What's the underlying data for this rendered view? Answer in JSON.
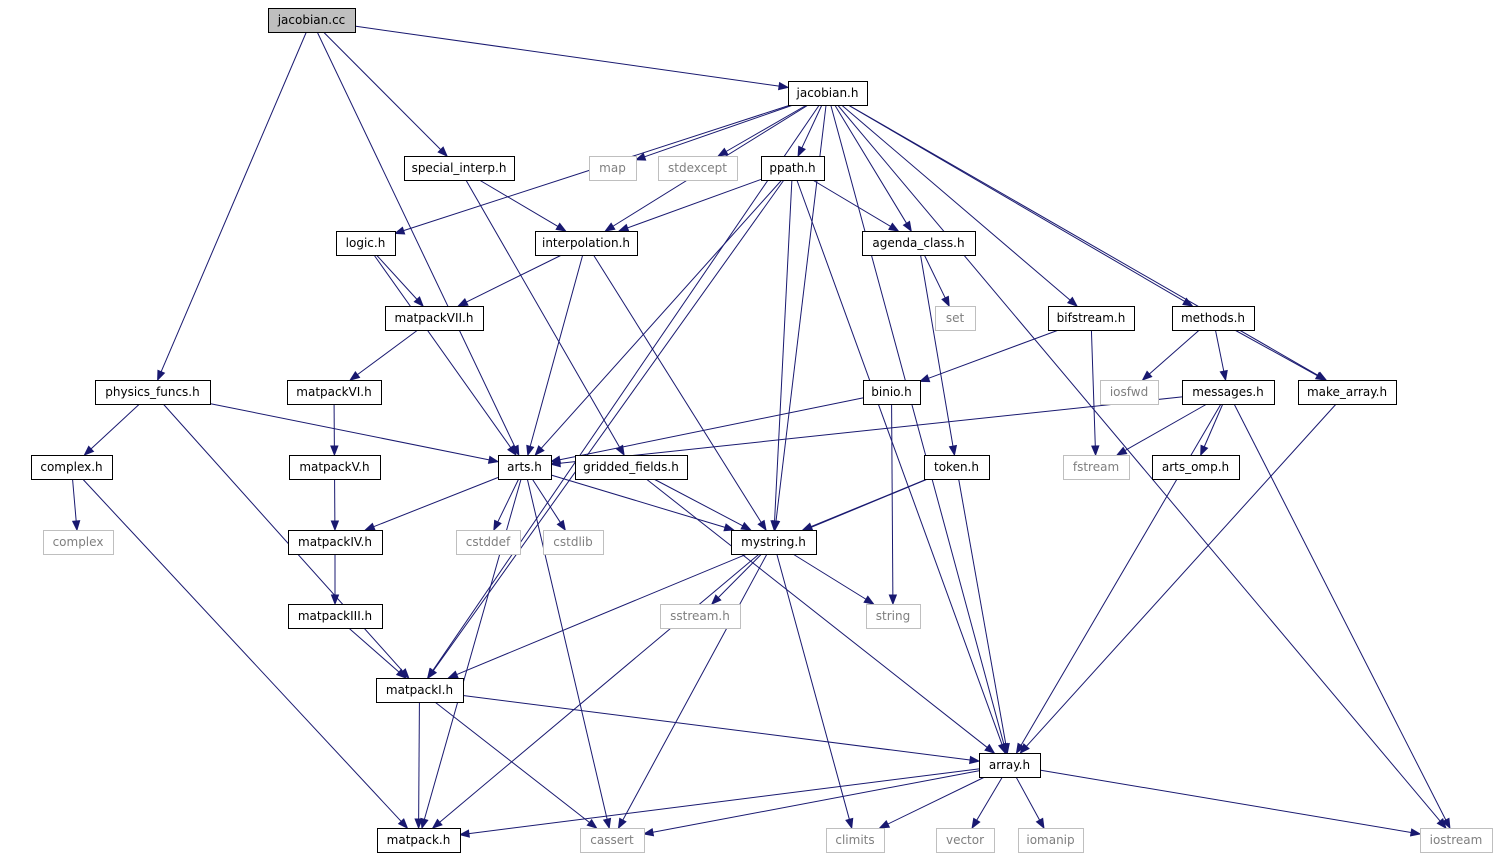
{
  "graph": {
    "nodes": [
      {
        "id": "jacobian_cc",
        "label": "jacobian.cc",
        "kind": "root"
      },
      {
        "id": "jacobian_h",
        "label": "jacobian.h",
        "kind": "file"
      },
      {
        "id": "special_interp_h",
        "label": "special_interp.h",
        "kind": "file"
      },
      {
        "id": "map",
        "label": "map",
        "kind": "external"
      },
      {
        "id": "stdexcept",
        "label": "stdexcept",
        "kind": "external"
      },
      {
        "id": "ppath_h",
        "label": "ppath.h",
        "kind": "file"
      },
      {
        "id": "logic_h",
        "label": "logic.h",
        "kind": "file"
      },
      {
        "id": "interpolation_h",
        "label": "interpolation.h",
        "kind": "file"
      },
      {
        "id": "agenda_class_h",
        "label": "agenda_class.h",
        "kind": "file"
      },
      {
        "id": "matpackVII_h",
        "label": "matpackVII.h",
        "kind": "file"
      },
      {
        "id": "set",
        "label": "set",
        "kind": "external"
      },
      {
        "id": "bifstream_h",
        "label": "bifstream.h",
        "kind": "file"
      },
      {
        "id": "methods_h",
        "label": "methods.h",
        "kind": "file"
      },
      {
        "id": "physics_funcs_h",
        "label": "physics_funcs.h",
        "kind": "file"
      },
      {
        "id": "matpackVI_h",
        "label": "matpackVI.h",
        "kind": "file"
      },
      {
        "id": "binio_h",
        "label": "binio.h",
        "kind": "file"
      },
      {
        "id": "iosfwd",
        "label": "iosfwd",
        "kind": "external"
      },
      {
        "id": "messages_h",
        "label": "messages.h",
        "kind": "file"
      },
      {
        "id": "make_array_h",
        "label": "make_array.h",
        "kind": "file"
      },
      {
        "id": "complex_h",
        "label": "complex.h",
        "kind": "file"
      },
      {
        "id": "arts_h",
        "label": "arts.h",
        "kind": "file"
      },
      {
        "id": "gridded_fields_h",
        "label": "gridded_fields.h",
        "kind": "file"
      },
      {
        "id": "matpackV_h",
        "label": "matpackV.h",
        "kind": "file"
      },
      {
        "id": "token_h",
        "label": "token.h",
        "kind": "file"
      },
      {
        "id": "fstream",
        "label": "fstream",
        "kind": "external"
      },
      {
        "id": "arts_omp_h",
        "label": "arts_omp.h",
        "kind": "file"
      },
      {
        "id": "complex",
        "label": "complex",
        "kind": "external"
      },
      {
        "id": "matpackIV_h",
        "label": "matpackIV.h",
        "kind": "file"
      },
      {
        "id": "cstddef",
        "label": "cstddef",
        "kind": "external"
      },
      {
        "id": "cstdlib",
        "label": "cstdlib",
        "kind": "external"
      },
      {
        "id": "mystring_h",
        "label": "mystring.h",
        "kind": "file"
      },
      {
        "id": "matpackIII_h",
        "label": "matpackIII.h",
        "kind": "file"
      },
      {
        "id": "sstream_h",
        "label": "sstream.h",
        "kind": "external"
      },
      {
        "id": "string",
        "label": "string",
        "kind": "external"
      },
      {
        "id": "matpackI_h",
        "label": "matpackI.h",
        "kind": "file"
      },
      {
        "id": "array_h",
        "label": "array.h",
        "kind": "file"
      },
      {
        "id": "matpack_h",
        "label": "matpack.h",
        "kind": "file"
      },
      {
        "id": "cassert",
        "label": "cassert",
        "kind": "external"
      },
      {
        "id": "climits",
        "label": "climits",
        "kind": "external"
      },
      {
        "id": "vector",
        "label": "vector",
        "kind": "external"
      },
      {
        "id": "iomanip",
        "label": "iomanip",
        "kind": "external"
      },
      {
        "id": "iostream",
        "label": "iostream",
        "kind": "external"
      }
    ],
    "edges": [
      [
        "jacobian_cc",
        "jacobian_h"
      ],
      [
        "jacobian_cc",
        "special_interp_h"
      ],
      [
        "jacobian_cc",
        "arts_h"
      ],
      [
        "jacobian_cc",
        "physics_funcs_h"
      ],
      [
        "jacobian_h",
        "logic_h"
      ],
      [
        "jacobian_h",
        "matpackI_h"
      ],
      [
        "jacobian_h",
        "interpolation_h"
      ],
      [
        "jacobian_h",
        "map"
      ],
      [
        "jacobian_h",
        "stdexcept"
      ],
      [
        "jacobian_h",
        "ppath_h"
      ],
      [
        "jacobian_h",
        "mystring_h"
      ],
      [
        "jacobian_h",
        "agenda_class_h"
      ],
      [
        "jacobian_h",
        "bifstream_h"
      ],
      [
        "jacobian_h",
        "methods_h"
      ],
      [
        "jacobian_h",
        "make_array_h"
      ],
      [
        "jacobian_h",
        "array_h"
      ],
      [
        "jacobian_h",
        "iostream"
      ],
      [
        "special_interp_h",
        "interpolation_h"
      ],
      [
        "special_interp_h",
        "gridded_fields_h"
      ],
      [
        "ppath_h",
        "interpolation_h"
      ],
      [
        "ppath_h",
        "agenda_class_h"
      ],
      [
        "ppath_h",
        "arts_h"
      ],
      [
        "ppath_h",
        "matpackI_h"
      ],
      [
        "ppath_h",
        "mystring_h"
      ],
      [
        "ppath_h",
        "array_h"
      ],
      [
        "logic_h",
        "matpackVII_h"
      ],
      [
        "logic_h",
        "arts_h"
      ],
      [
        "interpolation_h",
        "matpackVII_h"
      ],
      [
        "interpolation_h",
        "arts_h"
      ],
      [
        "interpolation_h",
        "mystring_h"
      ],
      [
        "agenda_class_h",
        "set"
      ],
      [
        "agenda_class_h",
        "token_h"
      ],
      [
        "matpackVII_h",
        "matpackVI_h"
      ],
      [
        "bifstream_h",
        "binio_h"
      ],
      [
        "bifstream_h",
        "fstream"
      ],
      [
        "methods_h",
        "iosfwd"
      ],
      [
        "methods_h",
        "messages_h"
      ],
      [
        "methods_h",
        "make_array_h"
      ],
      [
        "physics_funcs_h",
        "complex_h"
      ],
      [
        "physics_funcs_h",
        "arts_h"
      ],
      [
        "physics_funcs_h",
        "matpackI_h"
      ],
      [
        "matpackVI_h",
        "matpackV_h"
      ],
      [
        "binio_h",
        "arts_h"
      ],
      [
        "binio_h",
        "string"
      ],
      [
        "messages_h",
        "arts_h"
      ],
      [
        "messages_h",
        "fstream"
      ],
      [
        "messages_h",
        "arts_omp_h"
      ],
      [
        "messages_h",
        "array_h"
      ],
      [
        "messages_h",
        "iostream"
      ],
      [
        "make_array_h",
        "array_h"
      ],
      [
        "complex_h",
        "complex"
      ],
      [
        "complex_h",
        "matpack_h"
      ],
      [
        "arts_h",
        "matpackIV_h"
      ],
      [
        "arts_h",
        "cstddef"
      ],
      [
        "arts_h",
        "cstdlib"
      ],
      [
        "arts_h",
        "mystring_h"
      ],
      [
        "arts_h",
        "cassert"
      ],
      [
        "arts_h",
        "matpack_h"
      ],
      [
        "gridded_fields_h",
        "mystring_h"
      ],
      [
        "gridded_fields_h",
        "array_h"
      ],
      [
        "matpackV_h",
        "matpackIV_h"
      ],
      [
        "token_h",
        "mystring_h"
      ],
      [
        "token_h",
        "array_h"
      ],
      [
        "token_h",
        "matpackI_h"
      ],
      [
        "matpackIV_h",
        "matpackIII_h"
      ],
      [
        "mystring_h",
        "sstream_h"
      ],
      [
        "mystring_h",
        "string"
      ],
      [
        "mystring_h",
        "matpack_h"
      ],
      [
        "mystring_h",
        "cassert"
      ],
      [
        "mystring_h",
        "climits"
      ],
      [
        "matpackIII_h",
        "matpackI_h"
      ],
      [
        "matpackI_h",
        "matpack_h"
      ],
      [
        "matpackI_h",
        "cassert"
      ],
      [
        "matpackI_h",
        "array_h"
      ],
      [
        "array_h",
        "matpack_h"
      ],
      [
        "array_h",
        "cassert"
      ],
      [
        "array_h",
        "climits"
      ],
      [
        "array_h",
        "vector"
      ],
      [
        "array_h",
        "iomanip"
      ],
      [
        "array_h",
        "iostream"
      ]
    ],
    "colors": {
      "edge": "#191970",
      "external_border": "#bfbfbf",
      "external_text": "#7f7f7f",
      "root_fill": "#bfbfbf"
    }
  }
}
